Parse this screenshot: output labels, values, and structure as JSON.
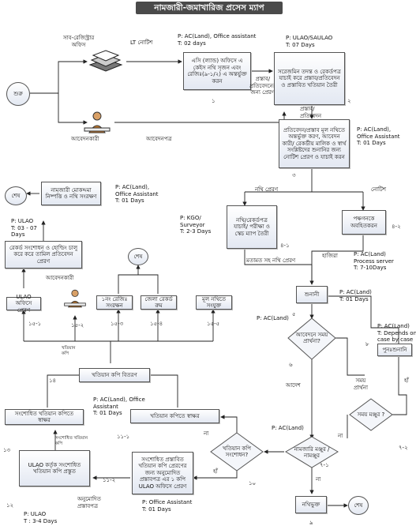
{
  "title": "নামজারী-জমাখারিজ প্রসেস ম্যাপ",
  "nodes": {
    "start": "শুরু",
    "sub_registry": "সাব-রেজিস্ট্রার\nঅফিস",
    "applicant": "আবেদনকারী",
    "lt_notice": "LT নোটিশ",
    "application": "আবেদনপত্র",
    "p1_info": "P: AC(Land), Office assistant\nT: 02 days",
    "p1_box": "এসি (ল্যান্ড) অফিসে এ কেইস নথি সৃজন এবং রেজিঃ(৯-১/২) এ অন্তর্ভুক্ত করন",
    "p1_num": "১",
    "send_label": "প্রস্তাব/\nপ্রতিবেদনের\nজন্য প্রেরণ",
    "p2_info": "P: ULAO/SAULAO\nT: 07 Days",
    "p2_box": "সরেজমিন তদন্ত ও রেকর্ডপত্র যাচাই করে প্রস্তাব/প্রতিবেদন ও প্রস্তাবিত খতিয়ান তৈরী",
    "p2_num": "২",
    "proposal_label": "প্রস্তাব/\nপ্রতিবেদন",
    "p3_box": "প্রতিবেদন/প্রস্তাব মূল নথিতে অন্তর্ভুক্ত করণ, আবেদন কারী/ রেকর্ডীয় মালিক ও স্বার্থ সংশ্লিষ্টদের শুনানির জন্য নোটিশ প্রেরণ ও যাচাই করন",
    "p3_info": "P: AC(Land),\nOffice Assistant\nT: 01 Days",
    "p3_num": "৩",
    "file_send": "নথি প্রেরণ",
    "notice": "নোটিশ",
    "p41_info": "P: KGO/\nSurveyor\nT: 2-3 Days",
    "p41_box": "নথি/রেকর্ডপত্র যাচাই/ পরীক্ষা ও স্কেচ ম্যাপ তৈরী",
    "p41_num": "৪-১",
    "p42_box": "পক্ষগনকে অবহিতকরন",
    "p42_num": "৪-২",
    "p42_info": "P: AC(Land)\nProcess server\nT: 7-10Days",
    "attendance": "হাজিরা",
    "opinion_send": "মতামত সহ নথি প্রেরণ",
    "hearing": "শুনানী",
    "hearing_info": "P: AC(Land)\nT: 01 Days",
    "hearing_num": "৫",
    "p6_info": "P: AC(Land)",
    "p6_decision": "আবেদনে সময় প্রার্থনা?",
    "p6_num": "৬",
    "order": "আদেশ",
    "time_request": "সময়\nপ্রার্থনা",
    "p8_info": "P: AC(Land)\nT: Depends on\ncase by case",
    "p8_box": "পুনঃশুনানি",
    "p8_num": "৮",
    "yes1": "হাঁ",
    "p72_decision": "সময় মঞ্জুর ?",
    "p72_num": "৭-২",
    "no1": "না",
    "p71_info": "P: AC(Land)",
    "p71_decision": "নামজারি মঞ্জুর / নামঞ্জুর",
    "p71_num": "৭-১",
    "no2": "না",
    "file_close": "নথিভুক্ত",
    "end1": "শেষ",
    "p9_num": "৯",
    "p10_decision": "খতিয়ান কপি সংশোধন?",
    "p10_num": "১০",
    "yes2": "হাঁ",
    "no3": "না",
    "p112_box": "সংশোধিত প্রস্তাবিত খতিয়ান কপি প্রেরণের জন্য অনুমোদিত প্রস্তাবপত্র এর ১ কপি ULAO অফিসে প্রেরণ",
    "p112_info": "P: Office Assistant\nT: 01 Days",
    "p112_num": "১১-২",
    "p111_info": "P: AC(Land), Office\nAssistant\nT: 01 Days",
    "p111_box": "খতিয়ান কপিতে স্বাক্ষর",
    "p111_num": "১১-১",
    "p12_box": "ULAO কর্তৃক সংশোধিত খতিয়ান কপি প্রস্তুত",
    "p12_info": "P: ULAO\nT : 3-4 Days",
    "p12_num": "১২",
    "approved_label": "অনুমোদিত\nপ্রস্তাবপত্র",
    "p13_box": "সংশোধিত খতিয়ান কপিতে স্বাক্ষর",
    "p13_num": "১৩",
    "revised_copy_label": "সংশোধিত খতিয়ান\nকপি",
    "p14_box": "খতিয়ান কপি বিতরণ",
    "p14_num": "১৪",
    "khatian_copy": "খতিয়ান\nকপি",
    "p151_box": "ULAO অফিসে প্রেরণ",
    "p151_num": "১৫-১",
    "applicant2": "আবেদনকারী",
    "p152_num": "১৫-২",
    "p153_box": "১নং রেজিঃ সংরক্ষন",
    "p153_num": "১৫-৩",
    "p154_box": "জেলা রেকর্ড রুম",
    "p154_num": "১৫-৪",
    "p155_box": "মূল নথিতে সংযুক্ত",
    "p155_num": "১৫-৫",
    "end2": "শেষ",
    "record_box_text": "রেকর্ড সংশোধন ও হোল্ডিং চালু করে করে তামিল প্রতিবেদন প্রেরণ",
    "ulao_info": "P: ULAO\nT: 03 - 07\nDays",
    "namjari_box": "নামজারী মোকদ্দমা নিষ্পত্তি ও নথি সংরক্ষণ",
    "namjari_info": "P: AC(Land),\nOffice Assistant\nT: 01 Days",
    "end3": "শেষ"
  },
  "icons": {
    "tray": "document-tray-icon",
    "person": "applicant-person-icon"
  }
}
